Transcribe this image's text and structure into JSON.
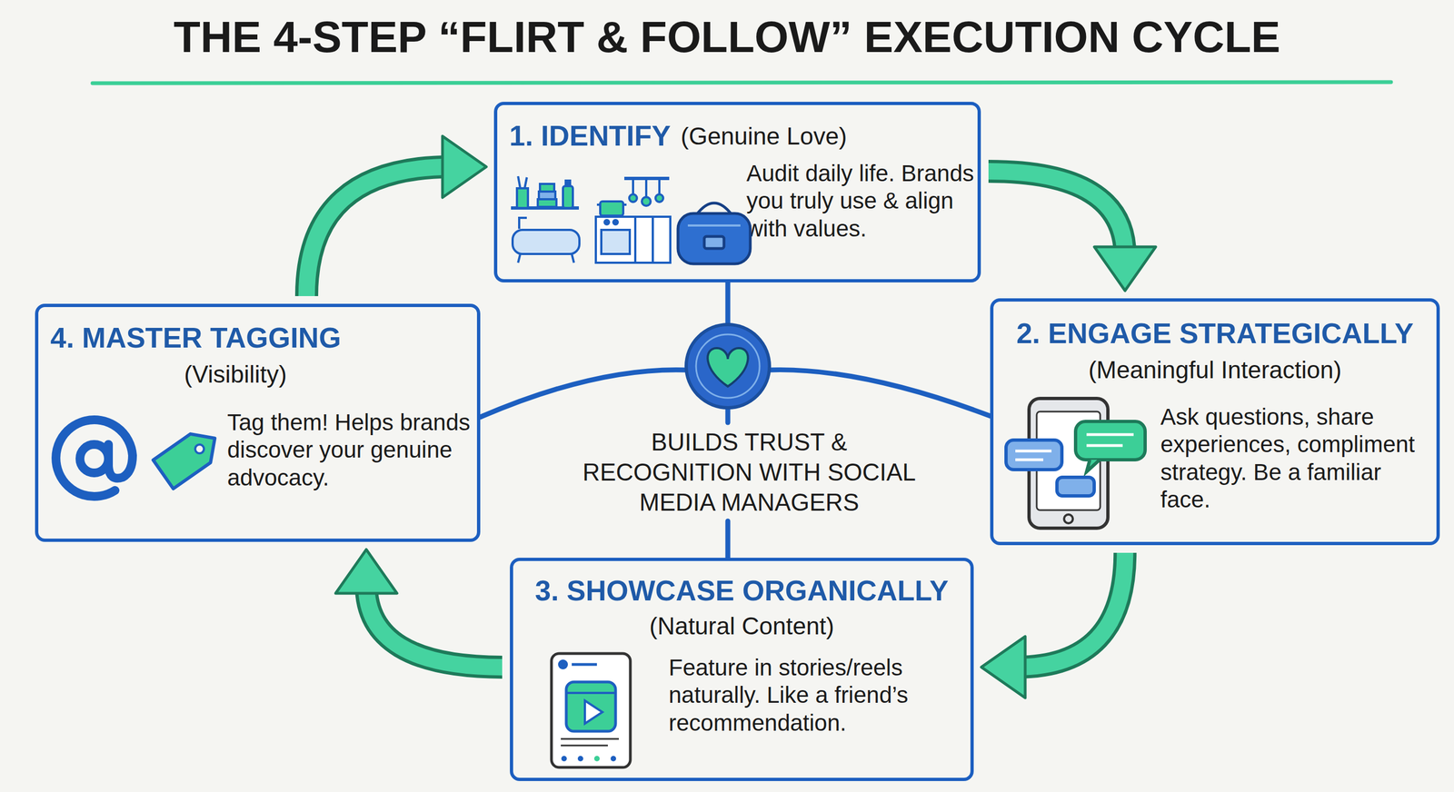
{
  "diagram": {
    "title": "THE 4-STEP “FLIRT & FOLLOW” EXECUTION CYCLE",
    "nodes": [
      {
        "text": [
          "1. IDENTIFY",
          "(Genuine Love)",
          "Audit daily life. Brands you truly use & align with values."
        ]
      },
      {
        "text": [
          "2. ENGAGE STRATEGICALLY",
          "(Meaningful Interaction)",
          "Ask questions, share experiences, compliment strategy. Be a familiar face."
        ]
      },
      {
        "text": [
          "3. SHOWCASE ORGANICALLY",
          "(Natural Content)",
          "Feature in stories/reels naturally. Like a friend’s recommendation."
        ]
      },
      {
        "text": [
          "4. MASTER TAGGING",
          "(Visibility)",
          "Tag them! Helps brands discover your genuine advocacy."
        ]
      }
    ],
    "edges": [
      {
        "from": 0,
        "to": 1,
        "arrow": "to"
      },
      {
        "from": 1,
        "to": 2,
        "arrow": "to"
      },
      {
        "from": 2,
        "to": 3,
        "arrow": "to"
      },
      {
        "from": 3,
        "to": 0,
        "arrow": "to"
      }
    ],
    "labels": [
      "BUILDS TRUST & RECOGNITION WITH SOCIAL MEDIA MANAGERS"
    ]
  }
}
